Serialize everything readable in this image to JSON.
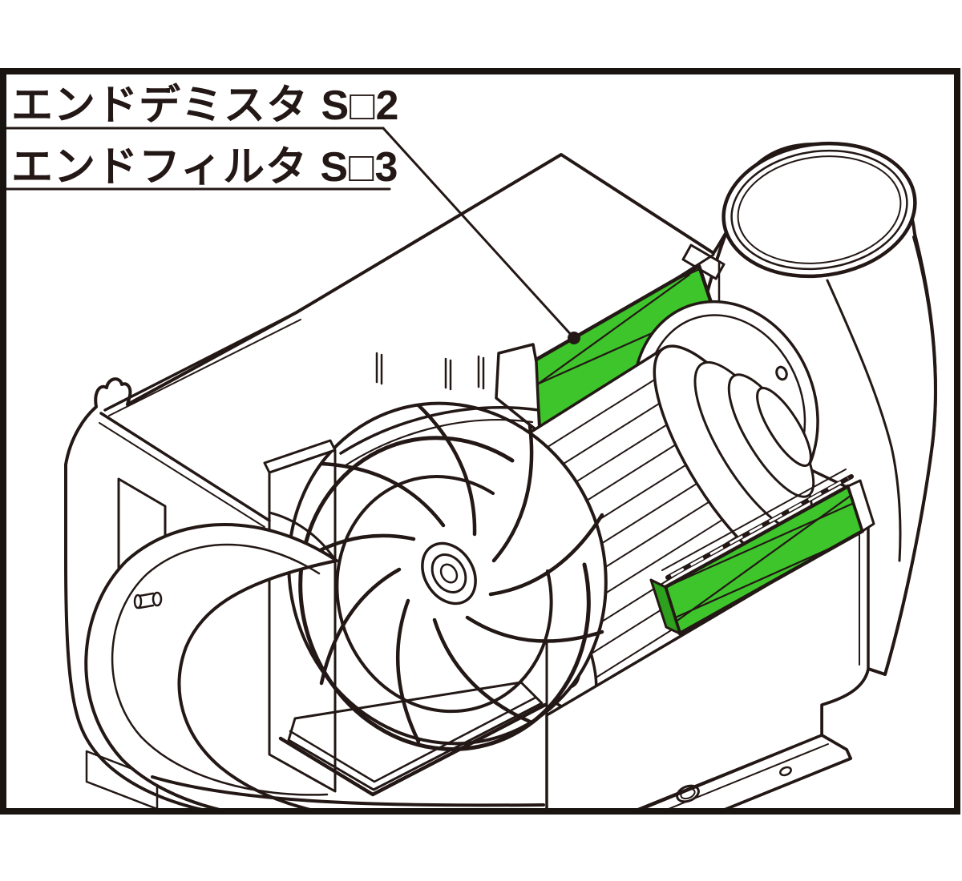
{
  "diagram": {
    "title_hint": "cutaway illustration of a blower unit with highlighted end filter elements",
    "background": "#ffffff",
    "frame_color": "#1a1411",
    "line_color": "#231815",
    "highlight_color": "#3ec52b",
    "highlight_dark": "#2da01d",
    "callouts": [
      {
        "text": "エンドデミスタ S□2"
      },
      {
        "text": "エンドフィルタ S□3"
      }
    ]
  }
}
